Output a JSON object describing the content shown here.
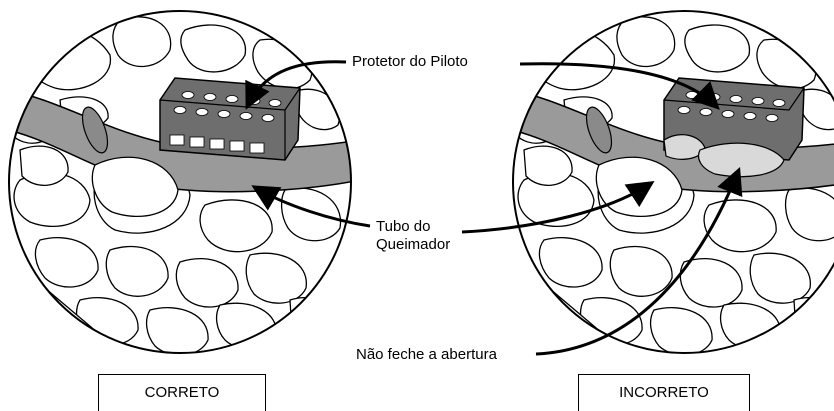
{
  "labels": {
    "pilot_guard": "Protetor do Piloto",
    "burner_tube_line1": "Tubo do",
    "burner_tube_line2": "Queimador",
    "do_not_close": "Não feche a abertura"
  },
  "panels": {
    "left": {
      "caption": "CORRETO"
    },
    "right": {
      "caption": "INCORRETO"
    }
  },
  "colors": {
    "stroke": "#000000",
    "tube": "#9a9a9a",
    "rock_fill": "#ffffff",
    "guard": "#6e6e6e",
    "debris": "#d9d9d9"
  }
}
